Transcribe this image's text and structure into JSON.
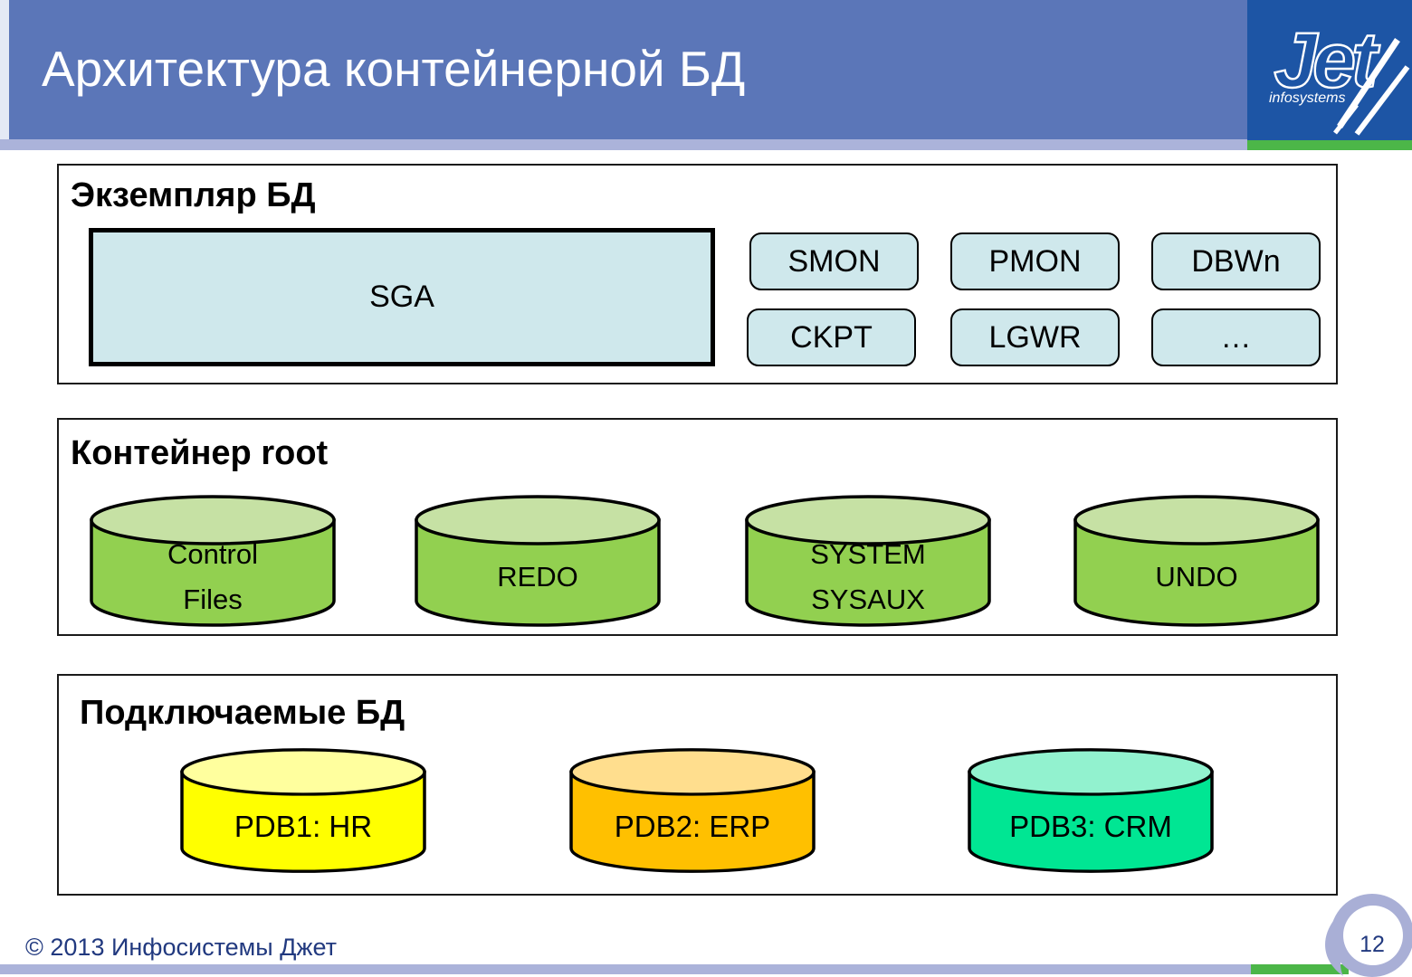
{
  "header": {
    "title": "Архитектура контейнерной БД",
    "logo": {
      "brand": "Jet",
      "subtitle": "infosystems"
    }
  },
  "palette": {
    "header_blue": "#5B76B8",
    "band_lavender": "#ABB3DA",
    "logo_blue": "#1D55A5",
    "logo_green": "#4CB648",
    "process_fill": "#CFE8EC",
    "green_body": "#92D050",
    "green_top": "#C6E1A4",
    "yellow_body": "#FFFF00",
    "yellow_top": "#FFFF9E",
    "orange_body": "#FFC000",
    "orange_top": "#FFDE8E",
    "teal_body": "#00E693",
    "teal_top": "#92F2CF",
    "footer_text": "#21397F"
  },
  "sections": {
    "instance": {
      "label": "Экземпляр БД",
      "sga": "SGA",
      "processes": [
        "SMON",
        "PMON",
        "DBWn",
        "CKPT",
        "LGWR",
        "…"
      ]
    },
    "root": {
      "label": "Контейнер root",
      "cylinders": [
        {
          "line1": "Control",
          "line2": "Files"
        },
        {
          "line1": "REDO",
          "line2": ""
        },
        {
          "line1": "SYSTEM",
          "line2": "SYSAUX"
        },
        {
          "line1": "UNDO",
          "line2": ""
        }
      ]
    },
    "pluggable": {
      "label": "Подключаемые БД",
      "cylinders": [
        {
          "label": "PDB1: HR"
        },
        {
          "label": "PDB2: ERP"
        },
        {
          "label": "PDB3: CRM"
        }
      ]
    }
  },
  "footer": {
    "copyright": "© 2013 Инфосистемы Джет",
    "page_number": "12"
  }
}
